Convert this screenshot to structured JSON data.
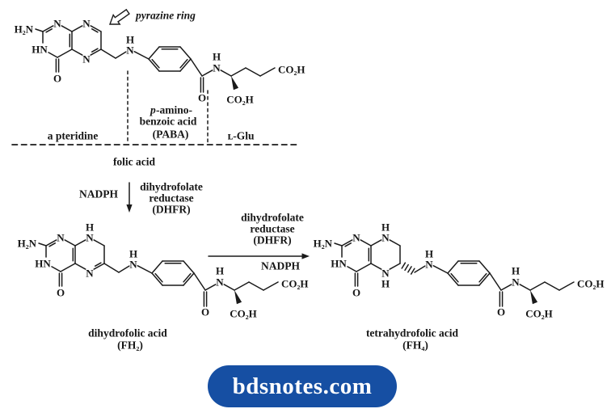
{
  "page": {
    "background": "#ffffff",
    "ink": "#1a1a1a"
  },
  "annotations": {
    "pyrazine": "pyrazine ring"
  },
  "regions": {
    "pteridine": "a pteridine",
    "paba_p": "p",
    "paba_rest": "-amino-",
    "paba_line2": "benzoic acid",
    "paba_line3": "(PABA)",
    "glu": "ʟ-Glu"
  },
  "captions": {
    "folic": "folic acid",
    "fh2_name": "dihydrofolic acid",
    "fh2_abbr": "(FH₂)",
    "fh4_name": "tetrahydrofolic acid",
    "fh4_abbr": "(FH₄)"
  },
  "reaction1": {
    "cofactor": "NADPH",
    "enzyme_lines": [
      "dihydrofolate",
      "reductase",
      "(DHFR)"
    ]
  },
  "reaction2": {
    "cofactor": "NADPH",
    "enzyme_lines": [
      "dihydrofolate",
      "reductase",
      "(DHFR)"
    ]
  },
  "molecules": {
    "folic": {
      "labels": {
        "nh2": "H₂N",
        "n1": "N",
        "n3": "HN",
        "o4": "O",
        "n8": "N",
        "n5": "N",
        "n10": "N",
        "n10h": "H",
        "oam": "O",
        "nam": "N",
        "namh": "H",
        "co2r": "CO₂H",
        "co2b": "CO₂H"
      }
    },
    "fh2": {
      "labels": {
        "nh2": "H₂N",
        "n1": "N",
        "n3": "HN",
        "o4": "O",
        "n8": "N",
        "n8h": "H",
        "n5": "N",
        "n10": "N",
        "n10h": "H",
        "oam": "O",
        "nam": "N",
        "namh": "H",
        "co2r": "CO₂H",
        "co2b": "CO₂H"
      }
    },
    "fh4": {
      "labels": {
        "nh2": "H₂N",
        "n1": "N",
        "n3": "HN",
        "o4": "O",
        "n8": "N",
        "n8h": "H",
        "n5": "N",
        "n5h": "H",
        "n10": "N",
        "n10h": "H",
        "oam": "O",
        "nam": "N",
        "namh": "H",
        "co2r": "CO₂H",
        "co2b": "CO₂H"
      }
    }
  },
  "badge": {
    "label": "bdsnotes.com",
    "bg": "#164fa3",
    "fg": "#ffffff"
  }
}
